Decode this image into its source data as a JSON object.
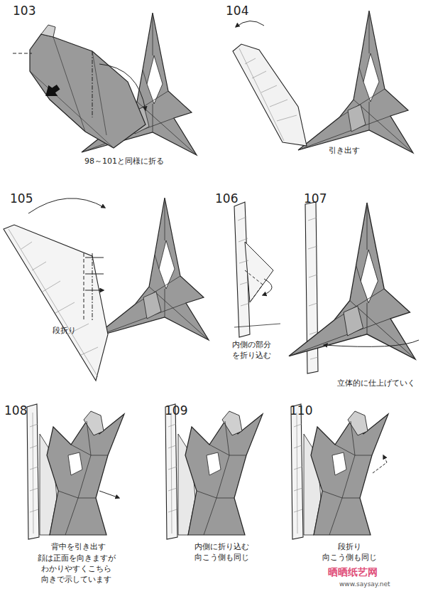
{
  "diagram": {
    "labels": [
      "103",
      "98～101と同様に折る",
      "104",
      "引き出す",
      "105",
      "段折り",
      "106",
      "内側の部分 を折り込む",
      "107",
      "立体的に仕上げていく",
      "108",
      "背中を引き出す",
      "顔は正面を向きますが わかりやすくこちら 向きで示しています",
      "109",
      "内側に折り込む 向こう側も同じ",
      "110",
      "段折り 向こう側も同じ",
      "晒晒纸艺网",
      "www.saysay.net"
    ]
  }
}
